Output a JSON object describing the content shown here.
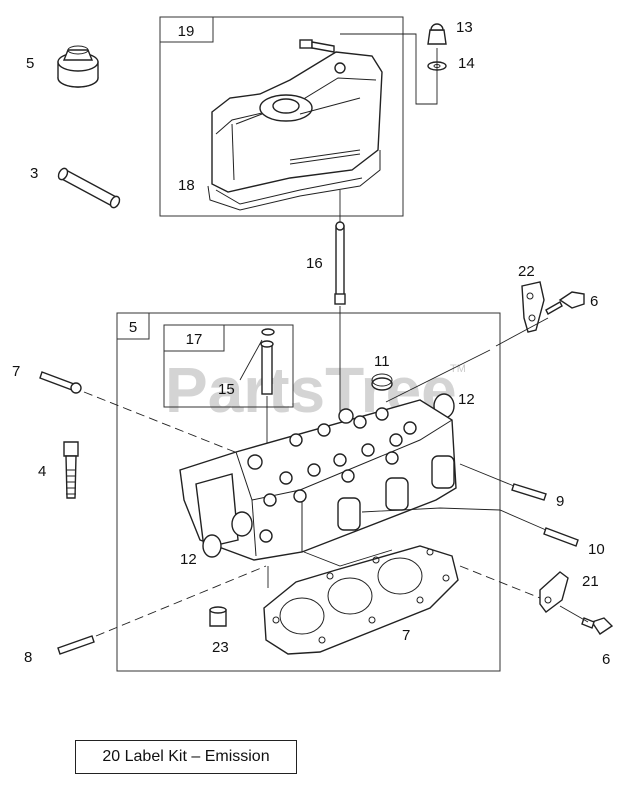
{
  "watermark": {
    "text": "PartsTree",
    "tm": "TM"
  },
  "group_boxes": [
    {
      "id": "19",
      "label": "19"
    },
    {
      "id": "5",
      "label": "5"
    },
    {
      "id": "17",
      "label": "17"
    }
  ],
  "callouts": {
    "valve_cover": "18",
    "oil_cap": "5",
    "tube": "3",
    "acorn_nut": "13",
    "washer": "14",
    "pushrod": "16",
    "bracket_top": "22",
    "bolt_top": "6",
    "stud_left": "7",
    "plug_11": "11",
    "plug_12_right": "12",
    "valve_15": "15",
    "head_bolt": "4",
    "stud_9": "9",
    "stud_10": "10",
    "plug_12_left": "12",
    "bracket_21": "21",
    "stud_bottom": "8",
    "plug_23": "23",
    "gasket": "7",
    "bolt_bottom": "6"
  },
  "kit_label": "20 Label Kit – Emission"
}
